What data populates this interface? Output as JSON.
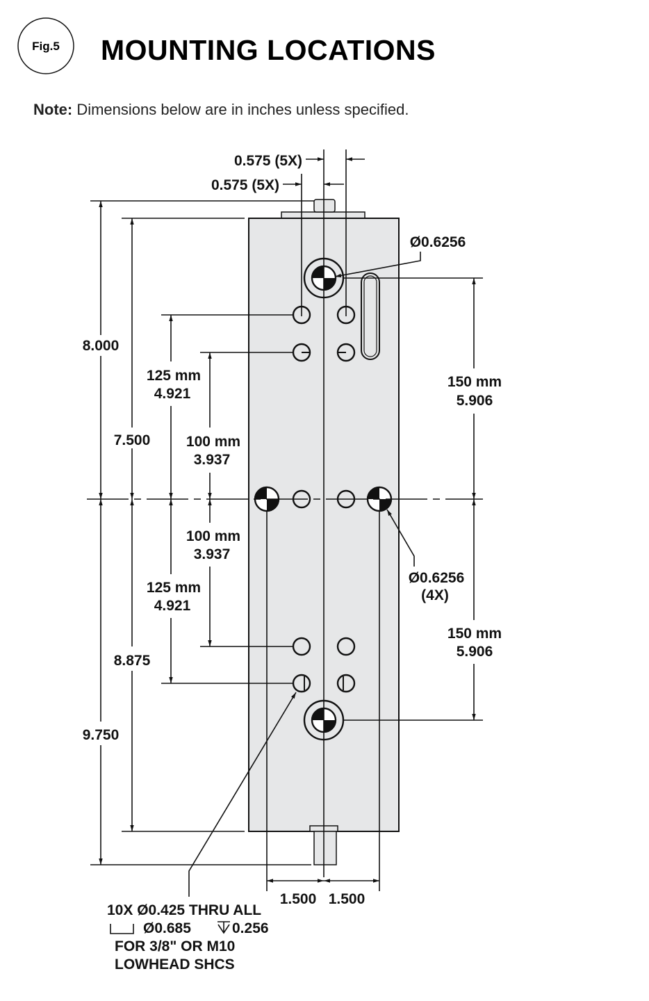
{
  "header": {
    "fig_label": "Fig.5",
    "title": "MOUNTING LOCATIONS",
    "note_label": "Note:",
    "note_text": " Dimensions below are in inches unless specified."
  },
  "dimensions": {
    "top_offset_a": "0.575 (5X)",
    "top_offset_b": "0.575 (5X)",
    "dowel_top": "Ø0.6256",
    "overall_top": "8.000",
    "body_top": "7.500",
    "upper_125_mm": "125 mm",
    "upper_125_in": "4.921",
    "upper_100_mm": "100 mm",
    "upper_100_in": "3.937",
    "upper_150_mm": "150 mm",
    "upper_150_in": "5.906",
    "lower_100_mm": "100 mm",
    "lower_100_in": "3.937",
    "lower_125_mm": "125 mm",
    "lower_125_in": "4.921",
    "dowel_side": "Ø0.6256",
    "dowel_side_count": "(4X)",
    "lower_150_mm": "150 mm",
    "lower_150_in": "5.906",
    "body_bottom": "8.875",
    "overall_bottom": "9.750",
    "width_left": "1.500",
    "width_right": "1.500"
  },
  "hole_note": {
    "line1": "10X Ø0.425 THRU ALL",
    "line2": "Ø0.685",
    "line2_depth": "0.256",
    "line3": "FOR 3/8\" OR M10",
    "line4": "LOWHEAD SHCS"
  },
  "colors": {
    "body_fill": "#e6e7e8",
    "ink": "#111111"
  }
}
